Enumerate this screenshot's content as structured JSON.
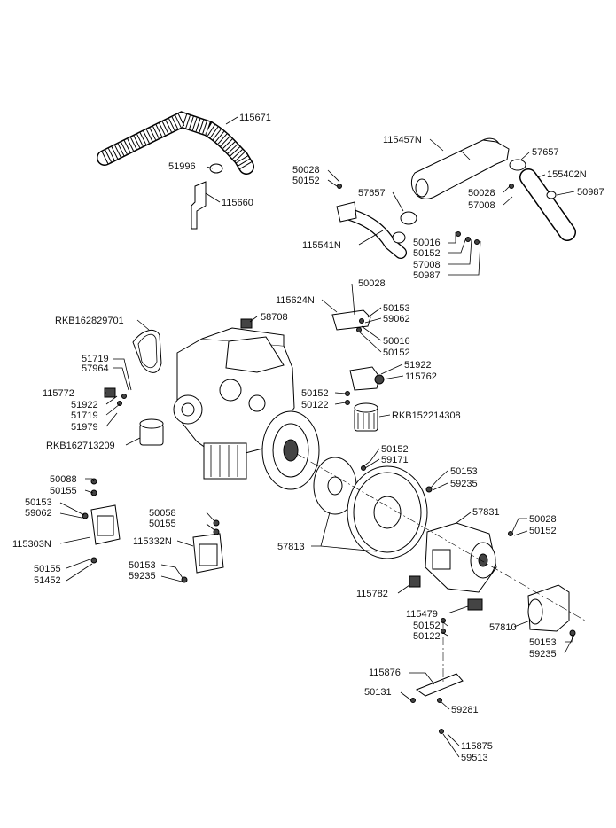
{
  "diagram": {
    "labels": [
      "115671",
      "51996",
      "115660",
      "115457N",
      "57657",
      "155402N",
      "50028",
      "50152",
      "57657",
      "50028",
      "57008",
      "50987",
      "115541N",
      "50016",
      "50152",
      "57008",
      "50987",
      "115624N",
      "50028",
      "50153",
      "59062",
      "58708",
      "50016",
      "50152",
      "RKB162829701",
      "51719",
      "57964",
      "115772",
      "51922",
      "51719",
      "51979",
      "51922",
      "115762",
      "50152",
      "50122",
      "RKB152214308",
      "RKB162713209",
      "50152",
      "59171",
      "50153",
      "59235",
      "50088",
      "50155",
      "50153",
      "59062",
      "115303N",
      "50155",
      "51452",
      "50058",
      "50155",
      "115332N",
      "50153",
      "59235",
      "57831",
      "50028",
      "50152",
      "57813",
      "115782",
      "115479",
      "50152",
      "50122",
      "57810",
      "50153",
      "59235",
      "115876",
      "50131",
      "59281",
      "115875",
      "59513"
    ]
  }
}
